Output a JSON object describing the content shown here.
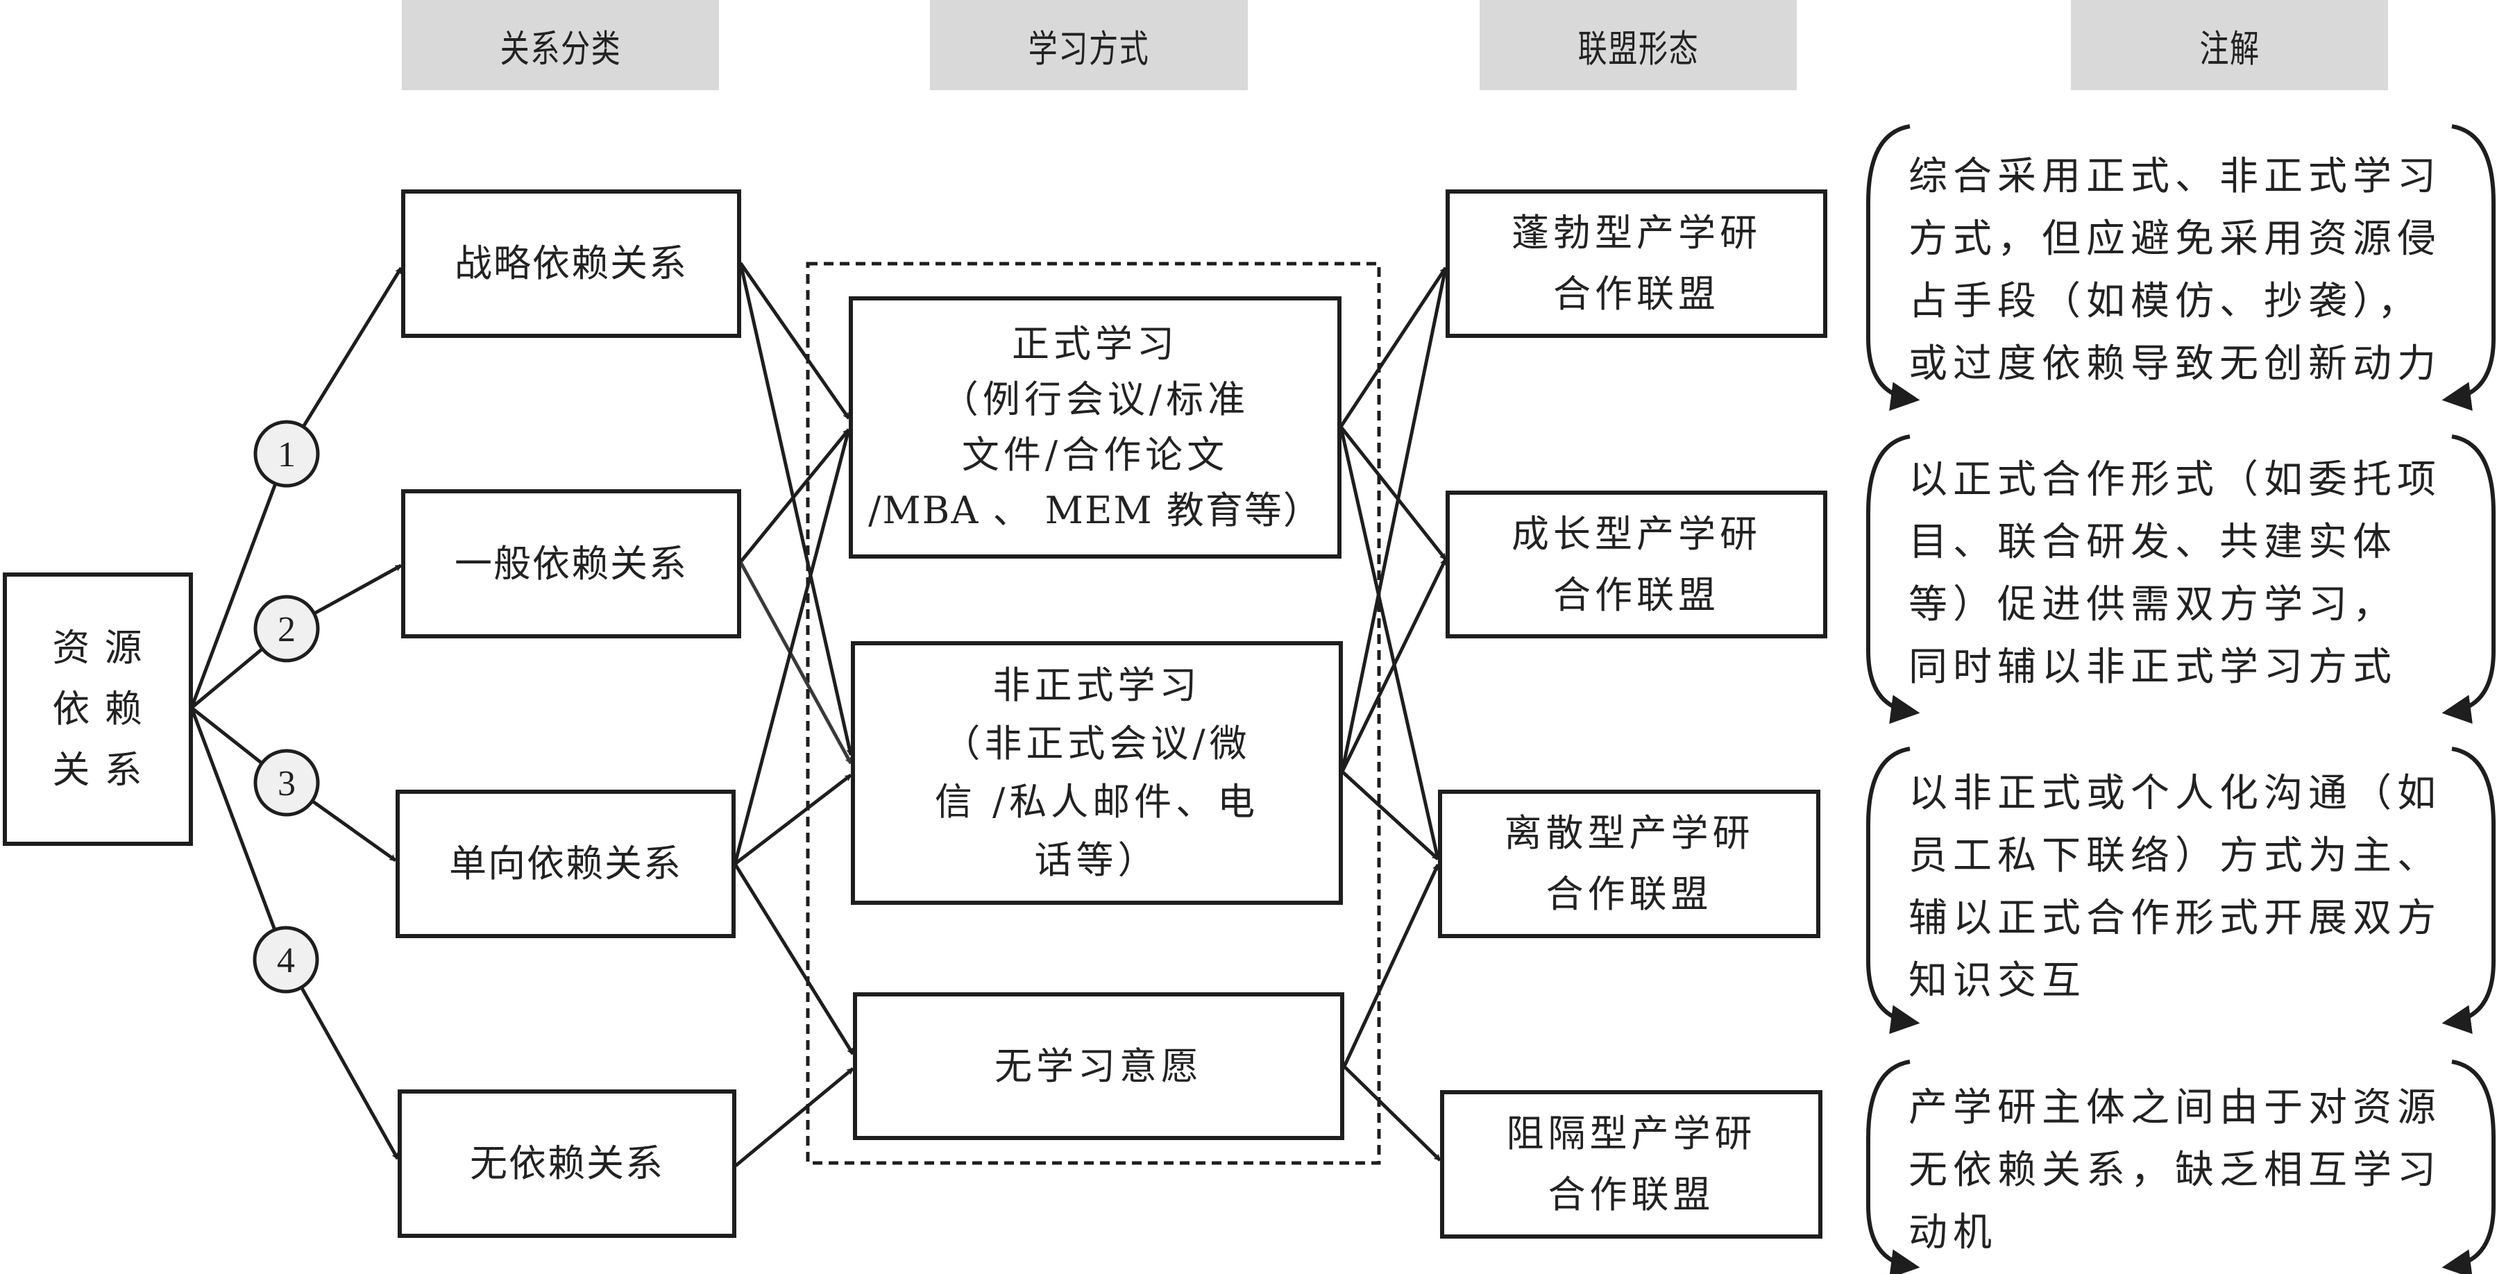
{
  "headers": {
    "relation_type": "关系分类",
    "learning_mode": "学习方式",
    "alliance_form": "联盟形态",
    "annotation": "注解"
  },
  "source": {
    "lines": [
      "资 源",
      "依 赖",
      "关 系"
    ]
  },
  "relations": [
    {
      "id": "strategic",
      "label": "战略依赖关系",
      "number": "1"
    },
    {
      "id": "general",
      "label": "一般依赖关系",
      "number": "2"
    },
    {
      "id": "unidirectional",
      "label": "单向依赖关系",
      "number": "3"
    },
    {
      "id": "none",
      "label": "无依赖关系",
      "number": "4"
    }
  ],
  "learning_modes": [
    {
      "id": "formal",
      "lines": [
        "正式学习",
        "（例行会议/标准",
        "文件/合作论文",
        "/MBA 、 MEM 教育等）"
      ]
    },
    {
      "id": "informal",
      "lines": [
        "非正式学习",
        "（非正式会议/微",
        "信 /私人邮件、电",
        "话等）"
      ]
    },
    {
      "id": "no-intent",
      "lines": [
        "无学习意愿"
      ]
    }
  ],
  "alliances": [
    {
      "id": "flourishing",
      "lines": [
        "蓬勃型产学研",
        "合作联盟"
      ]
    },
    {
      "id": "growing",
      "lines": [
        "成长型产学研",
        "合作联盟"
      ]
    },
    {
      "id": "discrete",
      "lines": [
        "离散型产学研",
        "合作联盟"
      ]
    },
    {
      "id": "blocked",
      "lines": [
        "阻隔型产学研",
        "合作联盟"
      ]
    }
  ],
  "annotations": [
    {
      "lines": [
        "综合采用正式、非正式学习",
        "方式，但应避免采用资源侵",
        "占手段（如模仿、抄袭），",
        "或过度依赖导致无创新动力"
      ]
    },
    {
      "lines": [
        "以正式合作形式（如委托项",
        "目、联合研发、共建实体",
        "等）促进供需双方学习，",
        "同时辅以非正式学习方式"
      ]
    },
    {
      "lines": [
        "以非正式或个人化沟通（如",
        "员工私下联络）方式为主、",
        "辅以正式合作形式开展双方",
        "知识交互"
      ]
    },
    {
      "lines": [
        "产学研主体之间由于对资源",
        "无依赖关系，缺乏相互学习",
        "动机"
      ]
    }
  ],
  "edges": {
    "source_to_relation": [
      "strategic",
      "general",
      "unidirectional",
      "none"
    ],
    "relation_to_learning": [
      [
        "strategic",
        "formal"
      ],
      [
        "strategic",
        "informal"
      ],
      [
        "general",
        "formal"
      ],
      [
        "general",
        "informal"
      ],
      [
        "unidirectional",
        "formal"
      ],
      [
        "unidirectional",
        "informal"
      ],
      [
        "unidirectional",
        "no-intent"
      ],
      [
        "none",
        "no-intent"
      ]
    ],
    "learning_to_alliance": [
      [
        "formal",
        "flourishing"
      ],
      [
        "formal",
        "growing"
      ],
      [
        "formal",
        "discrete"
      ],
      [
        "informal",
        "flourishing"
      ],
      [
        "informal",
        "growing"
      ],
      [
        "informal",
        "discrete"
      ],
      [
        "no-intent",
        "discrete"
      ],
      [
        "no-intent",
        "blocked"
      ]
    ]
  },
  "colors": {
    "stroke": "#1e1e1e",
    "header_bg": "#d9d9d9",
    "circle_fill": "#f0f0f0",
    "secondary_edge": "#3a3a3a"
  }
}
